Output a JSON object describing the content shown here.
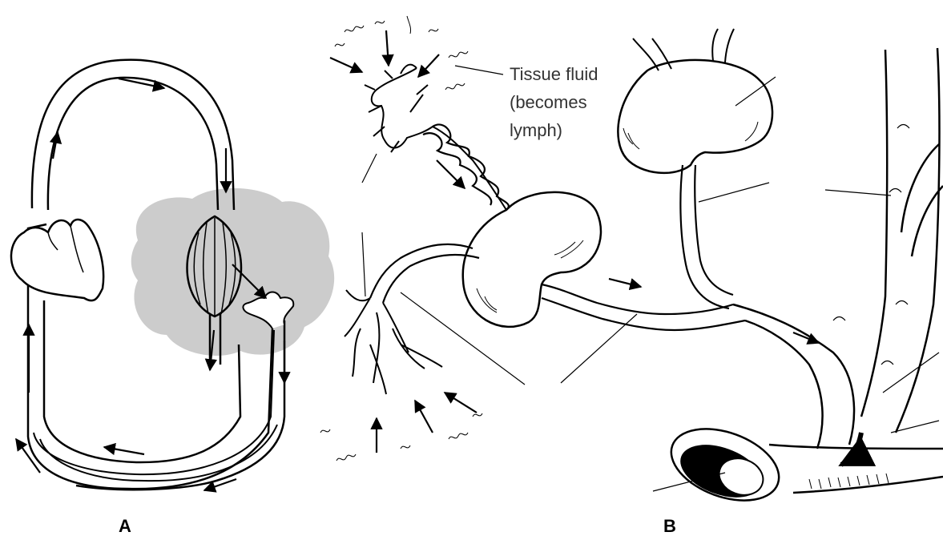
{
  "panels": [
    {
      "id": "A",
      "label": "A"
    },
    {
      "id": "B",
      "label": "B"
    }
  ],
  "callout": {
    "line1": "Tissue fluid",
    "line2": "(becomes",
    "line3": "lymph)"
  },
  "colors": {
    "stroke": "#000000",
    "tissue_gray": "#cccccc",
    "background": "#ffffff"
  }
}
